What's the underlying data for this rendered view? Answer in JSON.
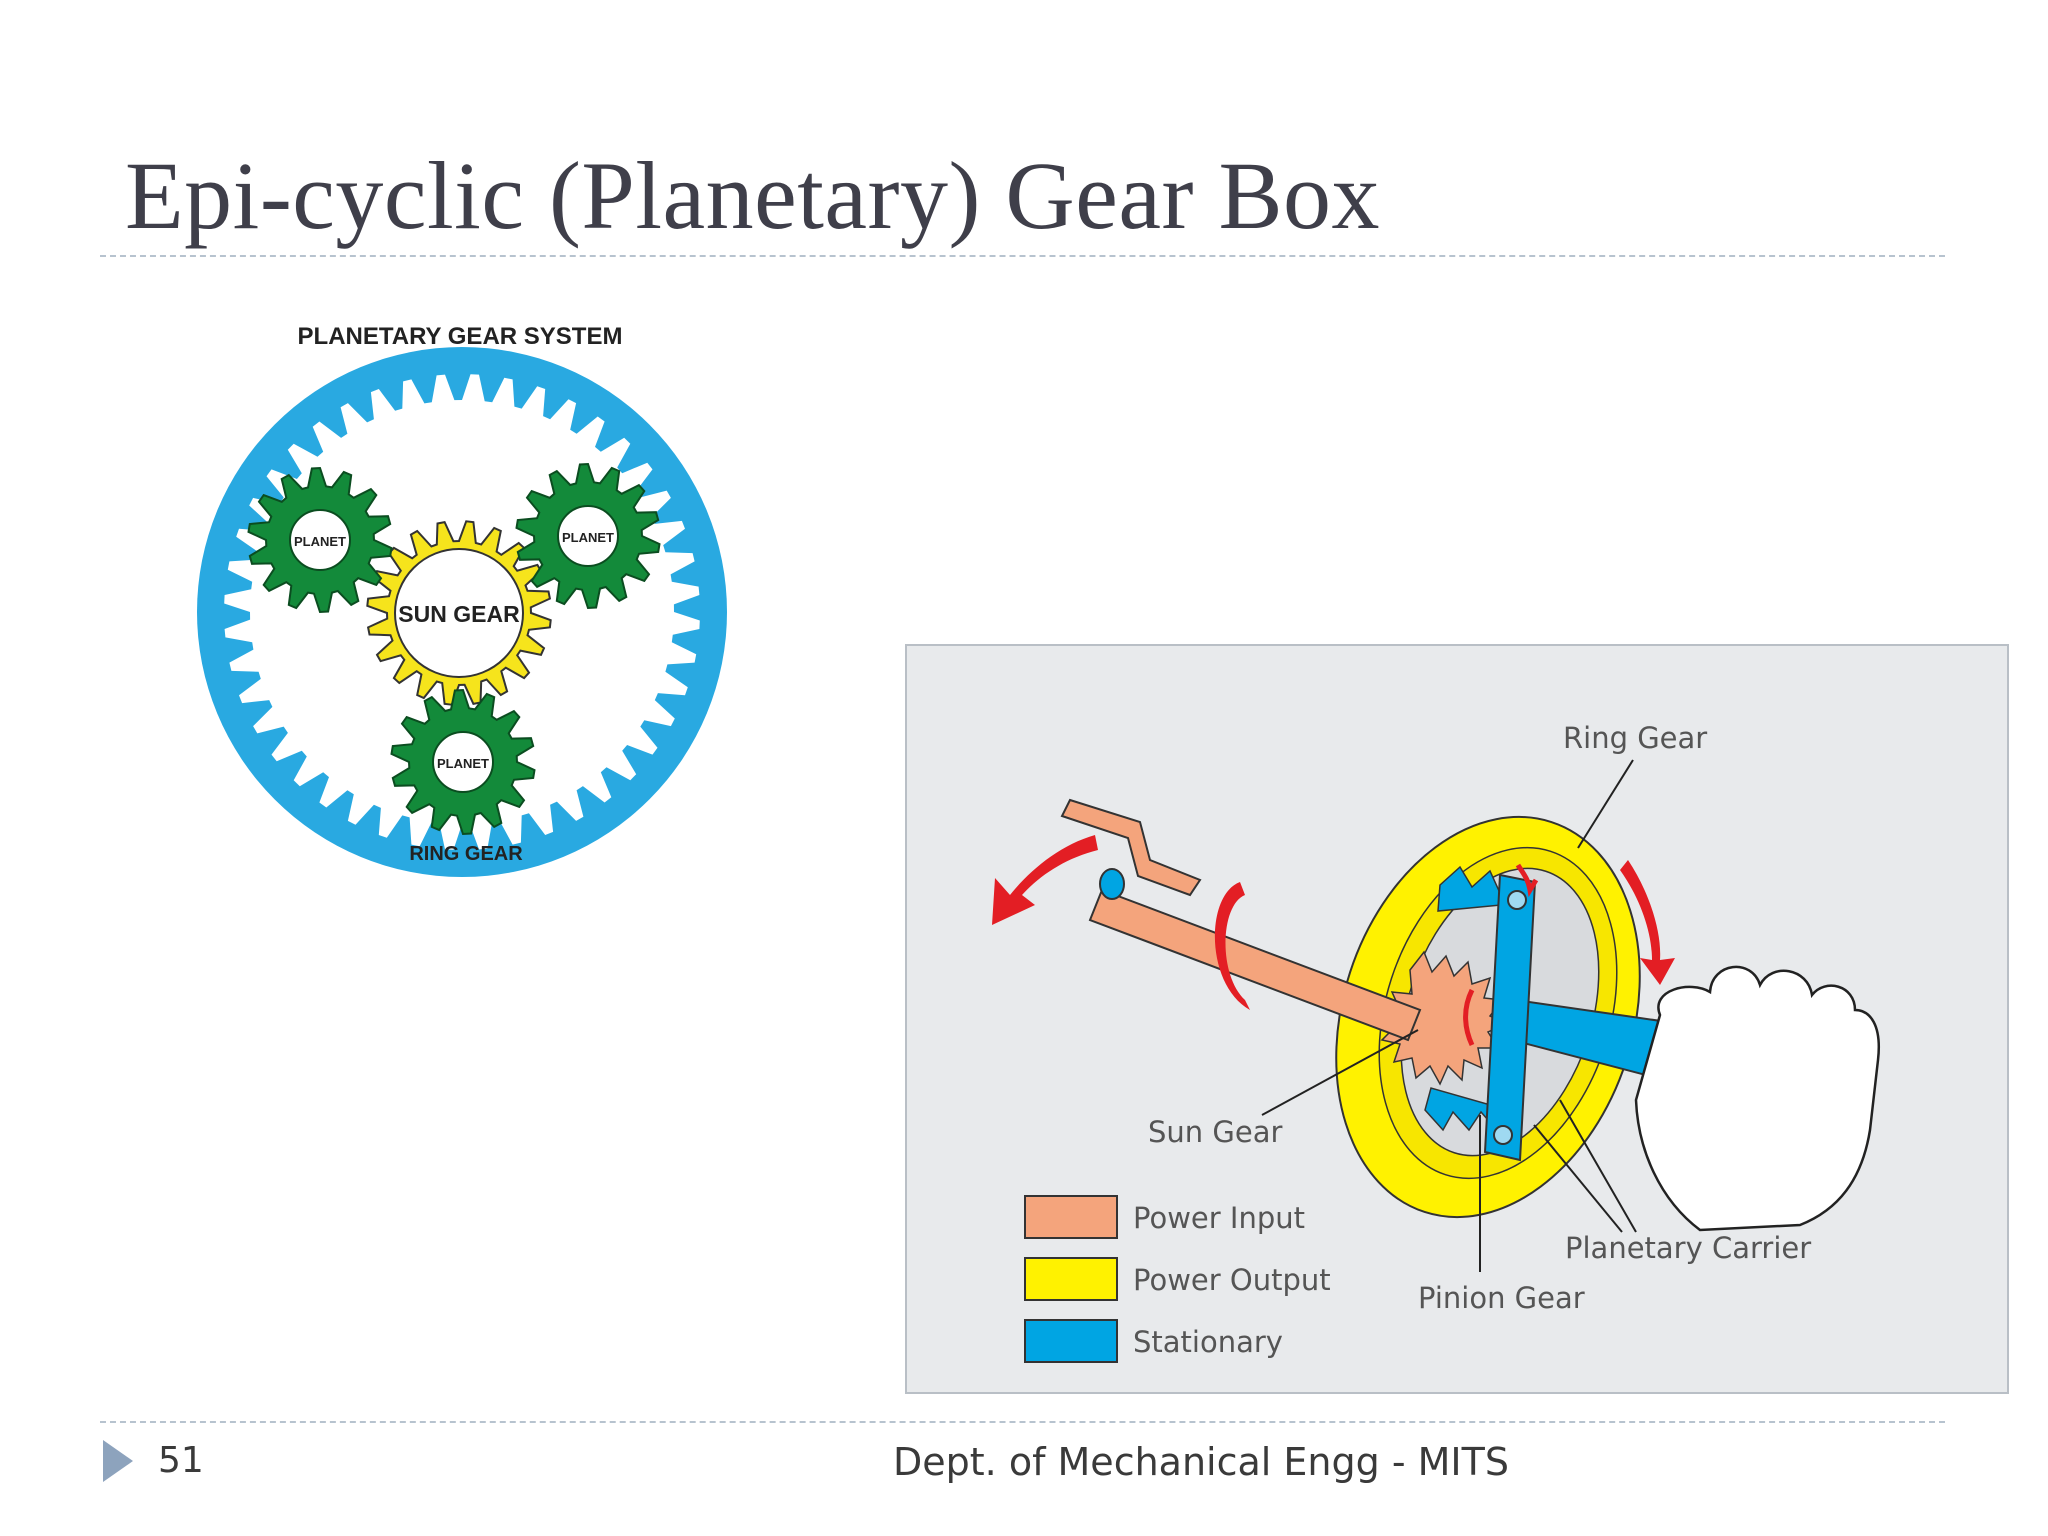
{
  "slide": {
    "title": "Epi-cyclic (Planetary) Gear Box",
    "page_number": "51",
    "footer": "Dept. of Mechanical Engg - MITS"
  },
  "left_diagram": {
    "title": "PLANETARY GEAR SYSTEM",
    "sun_label": "SUN GEAR",
    "planet_labels": [
      "PLANET",
      "PLANET",
      "PLANET"
    ],
    "ring_label": "RING GEAR"
  },
  "right_diagram": {
    "callouts": {
      "ring_gear": "Ring Gear",
      "sun_gear": "Sun Gear",
      "planetary_carrier": "Planetary Carrier",
      "pinion_gear": "Pinion Gear"
    },
    "legend": [
      {
        "label": "Power Input",
        "color": "#f4a47c"
      },
      {
        "label": "Power Output",
        "color": "#fff200"
      },
      {
        "label": "Stationary",
        "color": "#00a5e3"
      }
    ]
  },
  "colors": {
    "ring_blue": "#29a9e1",
    "planet_green": "#138a3a",
    "sun_yellow": "#f6e41c",
    "arrow_red": "#e31e24",
    "panel_bg": "#e8eaec"
  }
}
